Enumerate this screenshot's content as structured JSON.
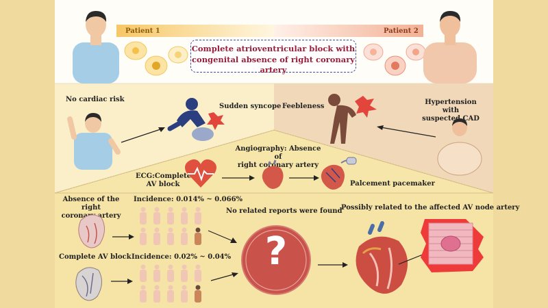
{
  "header": {
    "patient1": "Patient 1",
    "patient2": "Patient 2",
    "title_line1": "Complete atrioventricular block with",
    "title_line2": "congenital absence of right coronary artery"
  },
  "patient1_panel": {
    "risk": "No cardiac risk",
    "event": "Sudden syncope"
  },
  "patient2_panel": {
    "risk_line1": "Hypertension with",
    "risk_line2": "suspected CAD",
    "event": "Feebleness"
  },
  "workup": {
    "ecg_line1": "ECG:Complete",
    "ecg_line2": "AV block",
    "angio_line1": "Angiography: Absence of",
    "angio_line2": "right coronary artery",
    "pacemaker": "Palcement  pacemaker"
  },
  "bottom": {
    "absence_line1": "Absence of the right",
    "absence_line2": "coronary artery",
    "incidence1": "Incidence: 0.014% ~ 0.066%",
    "avblock": "Complete AV block",
    "incidence2": "Incidence: 0.02% ~ 0.04%",
    "no_reports": "No related reports were found",
    "possibly": "Possibly related to the affected AV node artery",
    "question_mark": "?"
  },
  "icons": [
    "person-icon",
    "heart-icon",
    "question-icon",
    "cell-icon",
    "arrow-icon",
    "ecg-heart-icon",
    "pacemaker-icon",
    "burst-icon"
  ],
  "colors": {
    "title_red": "#9c1d3a",
    "frame_blue": "#3b4a9a",
    "question_circle": "#c9524a",
    "heart_red": "#c8423a"
  }
}
